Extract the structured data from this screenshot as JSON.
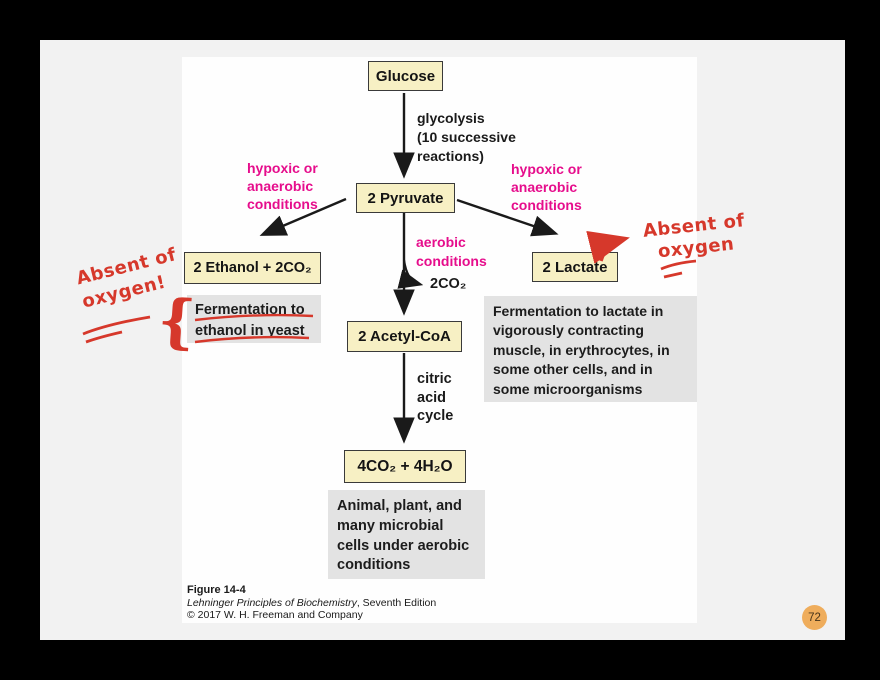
{
  "window": {
    "page_badge": "72"
  },
  "colors": {
    "background": "#000000",
    "panel": "#f2f2f2",
    "page": "#fefefe",
    "node_fill": "#f7f0c4",
    "node_border": "#3a3a3a",
    "note_fill": "#e3e3e3",
    "condition_magenta": "#e60d8c",
    "annotation_red": "#d6382b",
    "badge_orange": "#efad5c"
  },
  "diagram": {
    "nodes": {
      "glucose": "Glucose",
      "pyruvate": "2 Pyruvate",
      "ethanol": "2 Ethanol + 2CO₂",
      "lactate": "2 Lactate",
      "acetyl_coa": "2 Acetyl-CoA",
      "co2_h2o": "4CO₂ + 4H₂O"
    },
    "labels": {
      "glycolysis": "glycolysis\n(10 successive\nreactions)",
      "hypoxic_left": "hypoxic or\nanaerobic\nconditions",
      "hypoxic_right": "hypoxic or\nanaerobic\nconditions",
      "aerobic": "aerobic\nconditions",
      "co2_branch": "2CO₂",
      "citric_acid_cycle": "citric\nacid\ncycle"
    },
    "notes": {
      "ethanol": "Fermentation to\nethanol in yeast",
      "lactate": "Fermentation to lactate in\nvigorously contracting\nmuscle, in erythrocytes, in\nsome other cells, and in\nsome microorganisms",
      "aerobic_cells": "Animal, plant, and\nmany microbial\ncells under aerobic\nconditions"
    },
    "caption": {
      "figure_number": "Figure 14-4",
      "book_title": "Lehninger Principles of Biochemistry",
      "edition_suffix": ", Seventh Edition",
      "copyright": "© 2017 W. H. Freeman and Company"
    }
  },
  "handwriting": {
    "left_note": "Absent of\noxygen!",
    "right_note": "Absent of\noxygen",
    "brace": "{"
  }
}
